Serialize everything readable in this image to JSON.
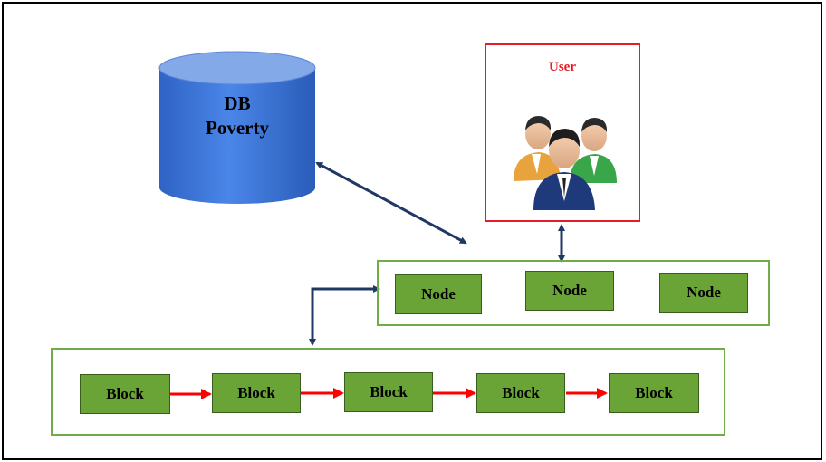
{
  "database": {
    "line1": "DB",
    "line2": "Poverty",
    "fill_top": "#84a9e8",
    "fill_body": "#3a74d6"
  },
  "user": {
    "label": "User",
    "icon": "users-group-icon",
    "border_color": "#e31e24"
  },
  "nodes": [
    {
      "label": "Node"
    },
    {
      "label": "Node"
    },
    {
      "label": "Node"
    }
  ],
  "blocks": [
    {
      "label": "Block"
    },
    {
      "label": "Block"
    },
    {
      "label": "Block"
    },
    {
      "label": "Block"
    },
    {
      "label": "Block"
    }
  ],
  "colors": {
    "box_fill": "#6aa436",
    "container_border": "#70ad47",
    "connector": "#1f3864",
    "chain_arrow": "#ff0000"
  }
}
